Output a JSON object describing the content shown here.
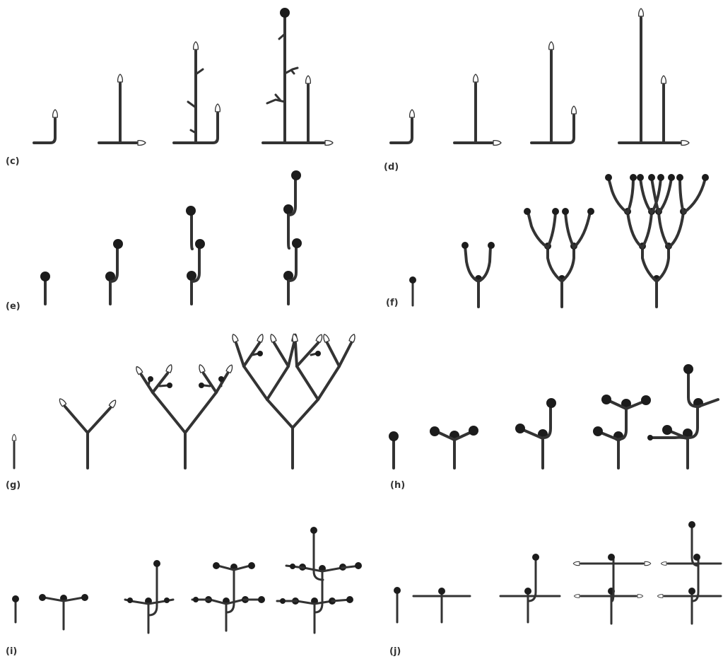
{
  "figure": {
    "colors": {
      "background": "#ffffff",
      "stem": "#333333",
      "bud_fill": "#ffffff",
      "bud_stroke": "#333333",
      "ball": "#1c1c1c"
    },
    "symbols": {
      "ball": "solid-round-terminal",
      "bud": "white-bud-terminal"
    },
    "panels": [
      {
        "id": "c",
        "label": "(c)",
        "growth_stages": 4,
        "terminals": "white-bud"
      },
      {
        "id": "d",
        "label": "(d)",
        "growth_stages": 4,
        "terminals": "white-bud"
      },
      {
        "id": "e",
        "label": "(e)",
        "growth_stages": 4,
        "terminals": "solid-ball"
      },
      {
        "id": "f",
        "label": "(f)",
        "growth_stages": 4,
        "terminals": "solid-ball"
      },
      {
        "id": "g",
        "label": "(g)",
        "growth_stages": 4,
        "terminals": "white-bud"
      },
      {
        "id": "h",
        "label": "(h)",
        "growth_stages": 5,
        "terminals": "solid-ball"
      },
      {
        "id": "i",
        "label": "(i)",
        "growth_stages": 5,
        "terminals": "solid-ball"
      },
      {
        "id": "j",
        "label": "(j)",
        "growth_stages": 5,
        "terminals": "solid-ball"
      }
    ]
  }
}
